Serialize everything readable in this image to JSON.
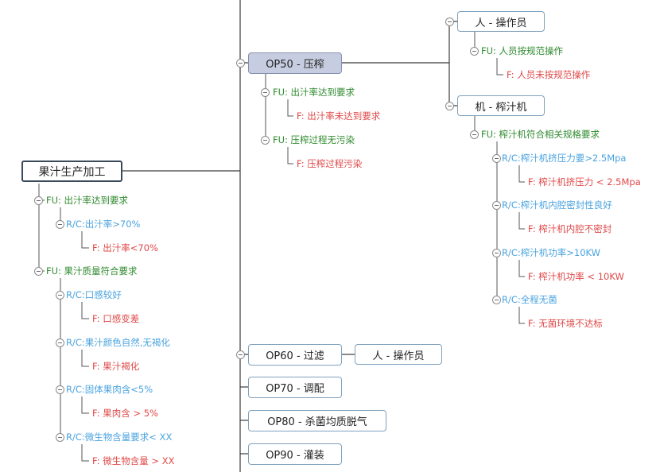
{
  "root": {
    "label": "果汁生产加工"
  },
  "left_branch": {
    "fu1": "FU: 出汁率达到要求",
    "rc1": "R/C:出汁率>70%",
    "f1": "F:  出汁率<70%",
    "fu2": "FU: 果汁质量符合要求",
    "rc2": "R/C:口感较好",
    "f2": "F:  口感变差",
    "rc3": "R/C:果汁颜色自然,无褐化",
    "f3": "F:  果汁褐化",
    "rc4": "R/C:固体果肉含<5%",
    "f4": "F:  果肉含 > 5%",
    "rc5": "R/C:微生物含量要求< XX",
    "f5": "F:  微生物含量 > XX"
  },
  "op50": {
    "label": "OP50 - 压榨",
    "fu1": "FU: 出汁率达到要求",
    "f1": "F:  出汁率未达到要求",
    "fu2": "FU: 压榨过程无污染",
    "f2": "F:  压榨过程污染",
    "person": {
      "label": "人 - 操作员",
      "fu": "FU: 人员按规范操作",
      "f": "F:  人员未按规范操作"
    },
    "machine": {
      "label": "机 - 榨汁机",
      "fu": "FU: 榨汁机符合相关规格要求",
      "rc1": "R/C:榨汁机挤压力要>2.5Mpa",
      "f1": "F:  榨汁机挤压力 < 2.5Mpa",
      "rc2": "R/C:榨汁机内腔密封性良好",
      "f2": "F:  榨汁机内腔不密封",
      "rc3": "R/C:榨汁机功率>10KW",
      "f3": "F:  榨汁机功率 < 10KW",
      "rc4": "R/C:全程无菌",
      "f4": "F:  无菌环境不达标"
    }
  },
  "op60": {
    "label": "OP60 - 过滤",
    "person": "人 - 操作员"
  },
  "op70": {
    "label": "OP70 - 调配"
  },
  "op80": {
    "label": "OP80 - 杀菌均质脱气"
  },
  "op90": {
    "label": "OP90 - 灌装"
  }
}
